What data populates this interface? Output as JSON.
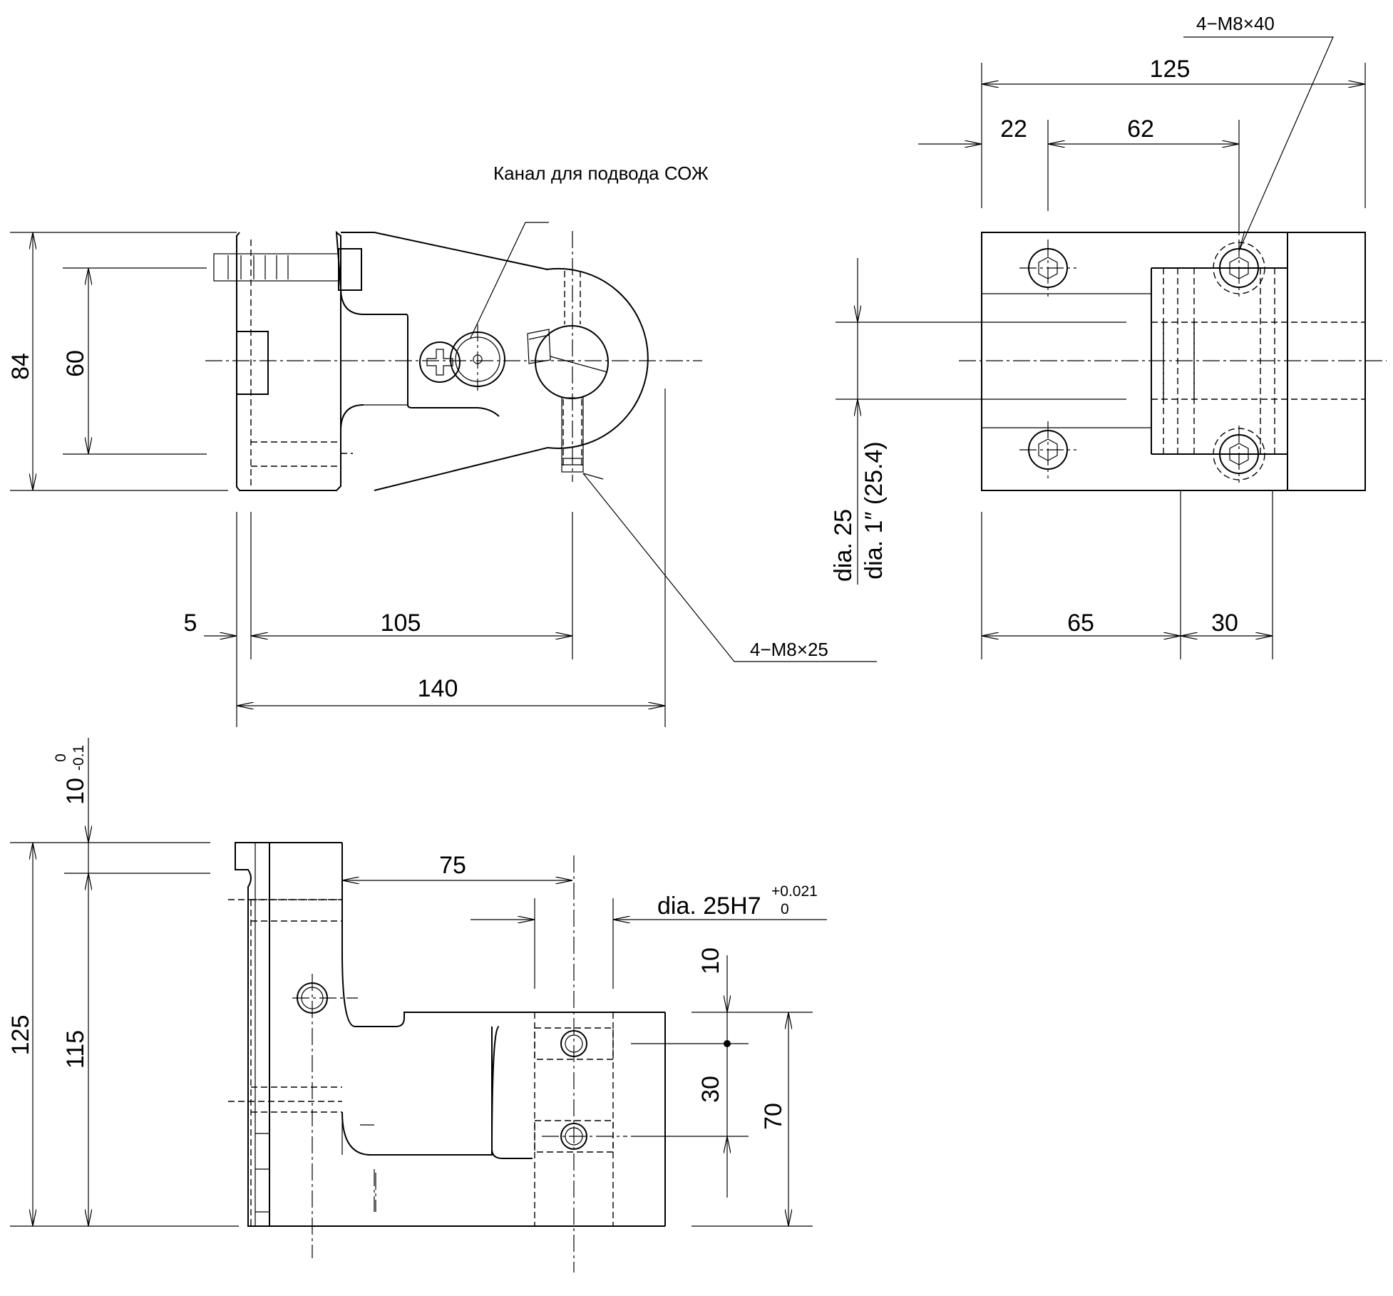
{
  "dimensions": {
    "d84": "84",
    "d60": "60",
    "d5": "5",
    "d105": "105",
    "d140": "140",
    "d125_top": "125",
    "d22": "22",
    "d62": "62",
    "d65": "65",
    "d30_right": "30",
    "d125_bottom": "125",
    "d115": "115",
    "d75": "75",
    "d10_tol": "10",
    "d10_right": "10",
    "d30_bottom": "30",
    "d70": "70"
  },
  "tolerances": {
    "t10_upper": "0",
    "t10_lower": "-0.1",
    "t25_upper": "+0.021",
    "t25_lower": "0"
  },
  "labels": {
    "coolant_channel": "Канал для подвода СОЖ",
    "screws_m8x25": "4−M8×25",
    "screws_m8x40": "4−M8×40",
    "bore_dia_mm": "dia. 25",
    "bore_dia_inch": "dia. 1″ (25.4)",
    "bore_fit": "dia. 25H7"
  }
}
